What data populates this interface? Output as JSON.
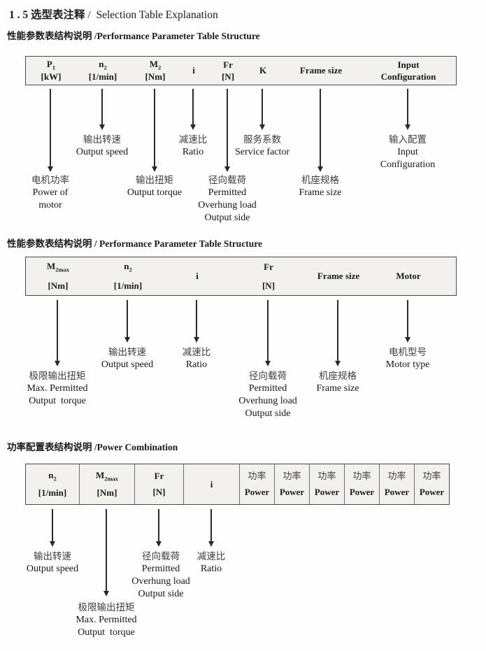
{
  "title": {
    "zh": "1 . 5 选型表注释",
    "en": "/  Selection Table Explanation"
  },
  "colors": {
    "table_fill": "#f2f1ee",
    "table_border": "#4a4a4a",
    "text": "#1a1a1a",
    "arrow": "#2a2a2a"
  },
  "section1": {
    "heading": "性能参数表结构说明 /Performance Parameter Table Structure",
    "columns": [
      {
        "sym": "P",
        "sub": "1",
        "unit": "[kW]"
      },
      {
        "sym": "n",
        "sub": "2",
        "unit": "[1/min]"
      },
      {
        "sym": "M",
        "sub": "2",
        "unit": "[Nm]"
      },
      {
        "sym": "i"
      },
      {
        "sym": "Fr",
        "unit": "[N]"
      },
      {
        "sym": "K"
      },
      {
        "sym": "Frame size"
      },
      {
        "line1": "Input",
        "line2": "Configuration"
      }
    ],
    "labels": [
      {
        "lines": [
          "电机功率",
          "Power of",
          "motor"
        ]
      },
      {
        "lines": [
          "输出转速",
          "Output speed"
        ]
      },
      {
        "lines": [
          "输出扭矩",
          "Output torque"
        ]
      },
      {
        "lines": [
          "减速比",
          "Ratio"
        ]
      },
      {
        "lines": [
          "径向载荷",
          "Permitted",
          "Overhung load",
          "Output side"
        ]
      },
      {
        "lines": [
          "服务系数",
          "Service factor"
        ]
      },
      {
        "lines": [
          "机座规格",
          "Frame size"
        ]
      },
      {
        "lines": [
          "输入配置",
          "Input",
          "Configuration"
        ]
      }
    ]
  },
  "section2": {
    "heading": "性能参数表结构说明 / Performance Parameter Table Structure",
    "columns": [
      {
        "sym": "M",
        "sub": "2max",
        "unit": "[Nm]"
      },
      {
        "sym": "n",
        "sub": "2",
        "unit": "[1/min]"
      },
      {
        "sym": "i"
      },
      {
        "sym": "Fr",
        "unit": "[N]"
      },
      {
        "sym": "Frame size"
      },
      {
        "sym": "Motor"
      }
    ],
    "labels": [
      {
        "lines": [
          "极限输出扭矩",
          "Max. Permitted",
          "Output  torque"
        ]
      },
      {
        "lines": [
          "输出转速",
          "Output speed"
        ]
      },
      {
        "lines": [
          "减速比",
          "Ratio"
        ]
      },
      {
        "lines": [
          "径向载荷",
          "Permitted",
          "Overhung load",
          "Output side"
        ]
      },
      {
        "lines": [
          "机座规格",
          "Frame size"
        ]
      },
      {
        "lines": [
          "电机型号",
          "Motor type"
        ]
      }
    ]
  },
  "section3": {
    "heading": "功率配置表结构说明 /Power Combination",
    "columns": [
      {
        "sym": "n",
        "sub": "2",
        "unit": "[1/min]"
      },
      {
        "sym": "M",
        "sub": "2max",
        "unit": "[Nm]"
      },
      {
        "sym": "Fr",
        "unit": "[N]"
      },
      {
        "sym": "i"
      }
    ],
    "power_columns": [
      {
        "zh": "功率",
        "en": "Power"
      },
      {
        "zh": "功率",
        "en": "Power"
      },
      {
        "zh": "功率",
        "en": "Power"
      },
      {
        "zh": "功率",
        "en": "Power"
      },
      {
        "zh": "功率",
        "en": "Power"
      },
      {
        "zh": "功率",
        "en": "Power"
      }
    ],
    "labels": [
      {
        "lines": [
          "输出转速",
          "Output speed"
        ]
      },
      {
        "lines": [
          "极限输出扭矩",
          "Max. Permitted",
          "Output  torque"
        ]
      },
      {
        "lines": [
          "径向载荷",
          "Permitted",
          "Overhung load",
          "Output side"
        ]
      },
      {
        "lines": [
          "减速比",
          "Ratio"
        ]
      }
    ]
  }
}
